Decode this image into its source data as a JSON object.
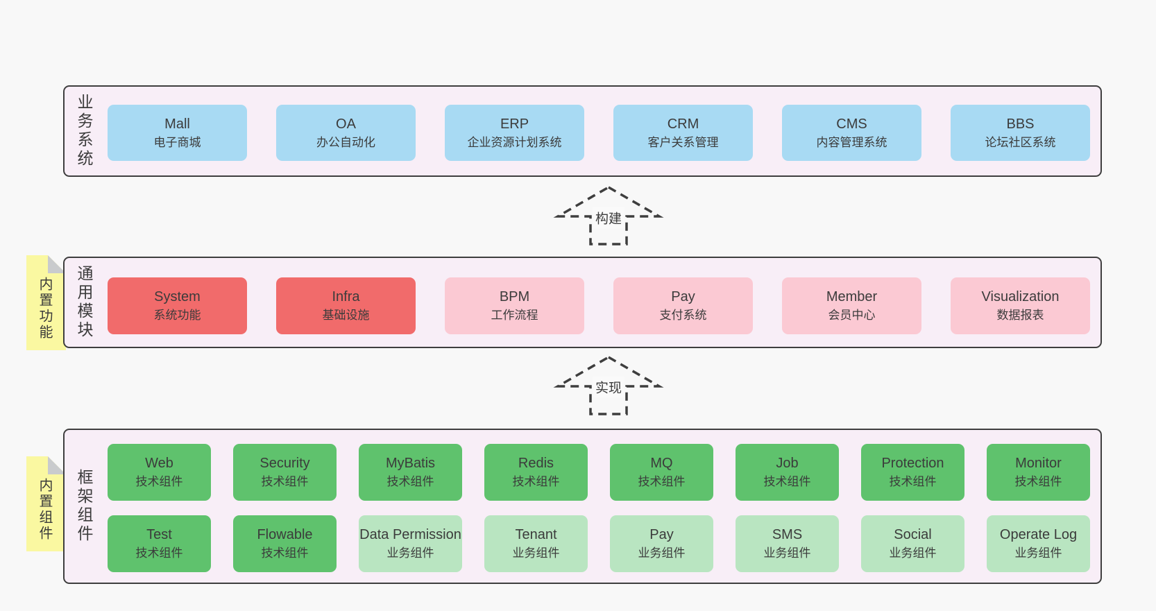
{
  "colors": {
    "page_bg": "#f8f8f8",
    "container_bg": "#f8eef7",
    "container_border": "#3e3e3e",
    "box_blue": "#a8daf3",
    "box_red": "#f16b6b",
    "box_pink": "#fbc9d3",
    "box_green": "#5fc26d",
    "box_green_light": "#b9e5c1",
    "note_yellow": "#faf8a1",
    "note_fold_gray": "#c9cbcd",
    "text": "#3b3b3b"
  },
  "arrows": [
    {
      "label": "构建"
    },
    {
      "label": "实现"
    }
  ],
  "layers": [
    {
      "label": "业务系统",
      "boxes": [
        {
          "en": "Mall",
          "zh": "电子商城"
        },
        {
          "en": "OA",
          "zh": "办公自动化"
        },
        {
          "en": "ERP",
          "zh": "企业资源计划系统"
        },
        {
          "en": "CRM",
          "zh": "客户关系管理"
        },
        {
          "en": "CMS",
          "zh": "内容管理系统"
        },
        {
          "en": "BBS",
          "zh": "论坛社区系统"
        }
      ]
    },
    {
      "label": "通用模块",
      "note": "内置功能",
      "boxes": [
        {
          "en": "System",
          "zh": "系统功能"
        },
        {
          "en": "Infra",
          "zh": "基础设施"
        },
        {
          "en": "BPM",
          "zh": "工作流程"
        },
        {
          "en": "Pay",
          "zh": "支付系统"
        },
        {
          "en": "Member",
          "zh": "会员中心"
        },
        {
          "en": "Visualization",
          "zh": "数据报表"
        }
      ]
    },
    {
      "label": "框架组件",
      "note": "内置组件",
      "row1": [
        {
          "en": "Web",
          "zh": "技术组件"
        },
        {
          "en": "Security",
          "zh": "技术组件"
        },
        {
          "en": "MyBatis",
          "zh": "技术组件"
        },
        {
          "en": "Redis",
          "zh": "技术组件"
        },
        {
          "en": "MQ",
          "zh": "技术组件"
        },
        {
          "en": "Job",
          "zh": "技术组件"
        },
        {
          "en": "Protection",
          "zh": "技术组件"
        },
        {
          "en": "Monitor",
          "zh": "技术组件"
        }
      ],
      "row2": [
        {
          "en": "Test",
          "zh": "技术组件"
        },
        {
          "en": "Flowable",
          "zh": "技术组件"
        },
        {
          "en": "Data Permission",
          "zh": "业务组件"
        },
        {
          "en": "Tenant",
          "zh": "业务组件"
        },
        {
          "en": "Pay",
          "zh": "业务组件"
        },
        {
          "en": "SMS",
          "zh": "业务组件"
        },
        {
          "en": "Social",
          "zh": "业务组件"
        },
        {
          "en": "Operate Log",
          "zh": "业务组件"
        }
      ]
    }
  ]
}
